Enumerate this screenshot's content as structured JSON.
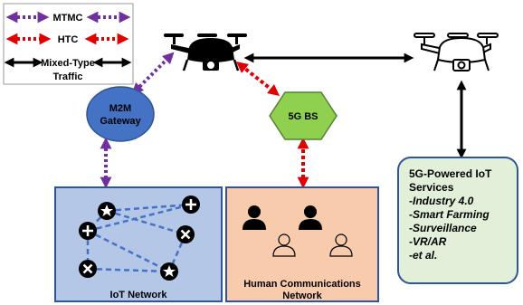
{
  "legend": {
    "mtmc": "MTMC",
    "htc": "HTC",
    "mixed_line1": "Mixed-Type",
    "mixed_line2": "Traffic"
  },
  "nodes": {
    "m2m_line1": "M2M",
    "m2m_line2": "Gateway",
    "bs": "5G BS"
  },
  "boxes": {
    "iot_label": "IoT Network",
    "human_line1": "Human Communications",
    "human_line2": "Network",
    "services_title_line1": "5G-Powered IoT",
    "services_title_line2": "Services",
    "services_items": [
      "-Industry 4.0",
      "-Smart Farming",
      "-Surveillance",
      "-VR/AR",
      "-et al."
    ]
  },
  "colors": {
    "mtmc": "#7030a0",
    "htc": "#e00000",
    "mixed": "#000000",
    "gateway_fill": "#4472c4",
    "bs_fill": "#8fd14f",
    "iot_fill": "#b4c7e7",
    "human_fill": "#f8cbad",
    "services_fill": "#e2f0d9",
    "iot_link": "#4472c4"
  },
  "icons": [
    "drone-icon",
    "star-node-icon",
    "plus-node-icon",
    "cross-node-icon",
    "person-filled-icon",
    "person-outline-icon"
  ]
}
